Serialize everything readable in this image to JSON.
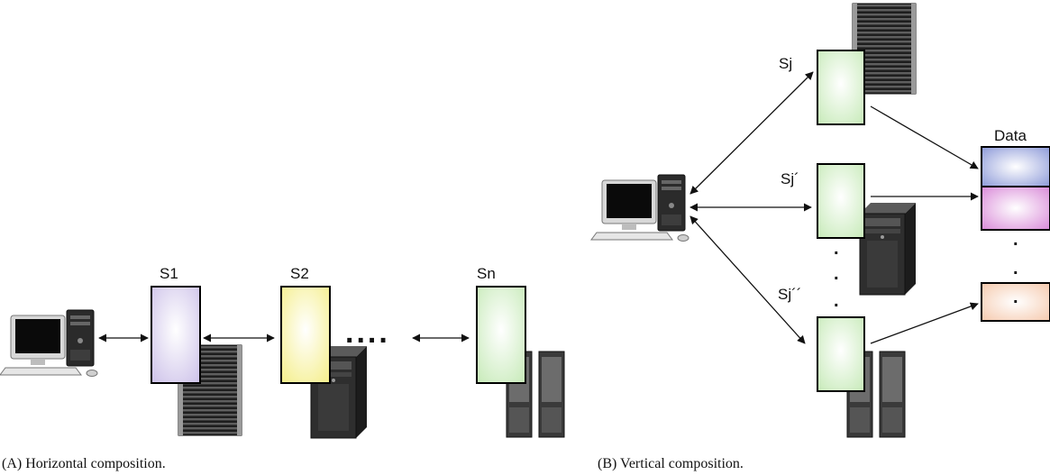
{
  "panel_a": {
    "caption": "(A) Horizontal composition.",
    "services": [
      {
        "label": "S1",
        "color": "#d9d0ee"
      },
      {
        "label": "S2",
        "color": "#f8f3a4"
      },
      {
        "label": "Sn",
        "color": "#d6efcb"
      }
    ],
    "ellipsis": "...."
  },
  "panel_b": {
    "caption": "(B) Vertical composition.",
    "services": [
      {
        "label": "Sj",
        "color": "#d6efcb"
      },
      {
        "label": "Sj´",
        "color": "#d6efcb"
      },
      {
        "label": "Sj´´",
        "color": "#d6efcb"
      }
    ],
    "data_title": "Data",
    "data_colors": [
      "#a3ade0",
      "#e3a7e0",
      "#f8d6c0"
    ],
    "vertical_dot": "."
  },
  "icons": [
    "desktop-computer-icon",
    "rack-server-icon",
    "tower-server-icon",
    "dual-tower-server-icon"
  ],
  "colors": {
    "arrow": "#111111",
    "box_border": "#000000"
  }
}
